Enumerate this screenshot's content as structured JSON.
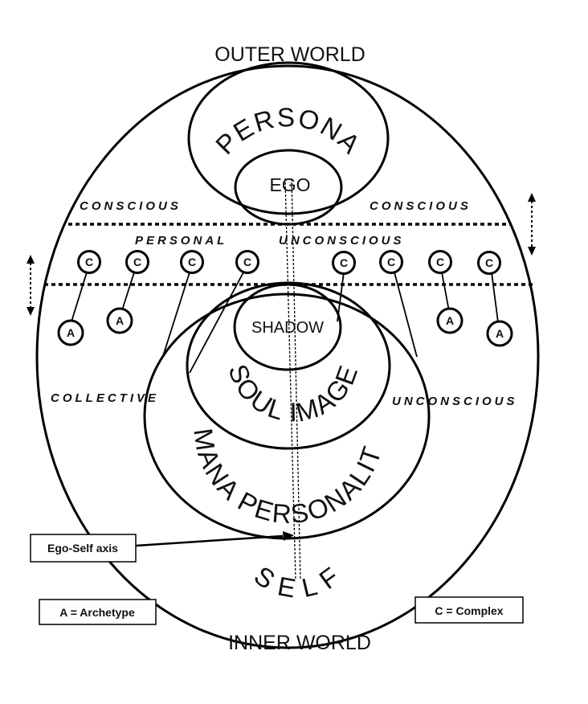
{
  "regions": {
    "outer_world": "OUTER WORLD",
    "inner_world": "INNER WORLD"
  },
  "structures": {
    "persona": "PERSONA",
    "ego": "EGO",
    "shadow": "SHADOW",
    "soul_image": "SOUL IMAGE",
    "mana_personality": "MANA PERSONALITY",
    "self": "S E L F"
  },
  "layers": {
    "conscious_left": "CONSCIOUS",
    "conscious_right": "CONSCIOUS",
    "personal": "PERSONAL",
    "unconscious_personal": "UNCONSCIOUS",
    "collective": "COLLECTIVE",
    "unconscious_collective": "UNCONSCIOUS"
  },
  "nodes": {
    "complex": "C",
    "archetype": "A"
  },
  "annotations": {
    "axis_label": "Ego-Self axis"
  },
  "legend": {
    "archetype": "A = Archetype",
    "complex": "C = Complex"
  },
  "colors": {
    "stroke": "#000000",
    "background": "#ffffff"
  }
}
